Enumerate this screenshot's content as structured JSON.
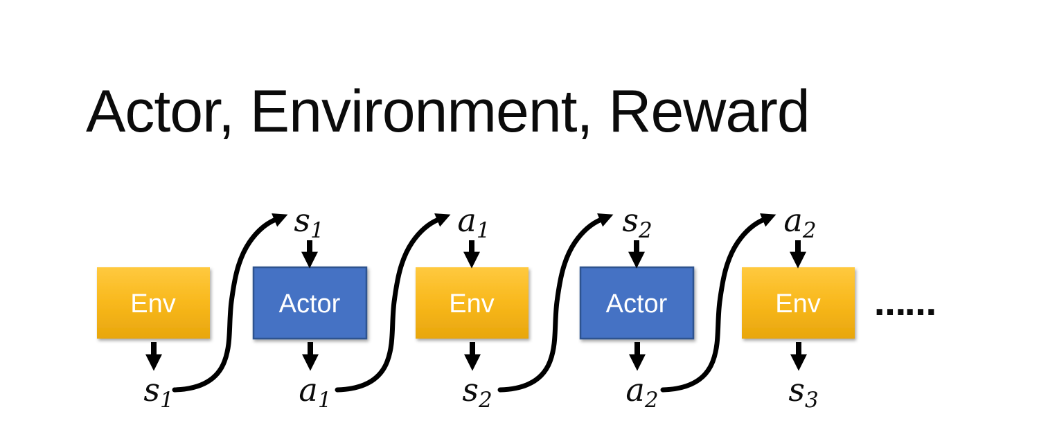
{
  "title": "Actor, Environment, Reward",
  "boxes": [
    {
      "label": "Env",
      "type": "environment"
    },
    {
      "label": "Actor",
      "type": "actor"
    },
    {
      "label": "Env",
      "type": "environment"
    },
    {
      "label": "Actor",
      "type": "actor"
    },
    {
      "label": "Env",
      "type": "environment"
    }
  ],
  "top_labels": [
    {
      "base": "s",
      "sub": "1"
    },
    {
      "base": "a",
      "sub": "1"
    },
    {
      "base": "s",
      "sub": "2"
    },
    {
      "base": "a",
      "sub": "2"
    }
  ],
  "bottom_labels": [
    {
      "base": "s",
      "sub": "1"
    },
    {
      "base": "a",
      "sub": "1"
    },
    {
      "base": "s",
      "sub": "2"
    },
    {
      "base": "a",
      "sub": "2"
    },
    {
      "base": "s",
      "sub": "3"
    }
  ],
  "ellipsis": "……",
  "colors": {
    "env_gradient_top": "#FFC93F",
    "env_gradient_mid": "#F8B81C",
    "env_gradient_bottom": "#E8A60D",
    "actor_fill": "#4472C4",
    "actor_border": "#2F528F",
    "box_text": "#FFFFFF",
    "arrow": "#000000",
    "title_text": "#0B0B0B",
    "background": "#FFFFFF"
  }
}
